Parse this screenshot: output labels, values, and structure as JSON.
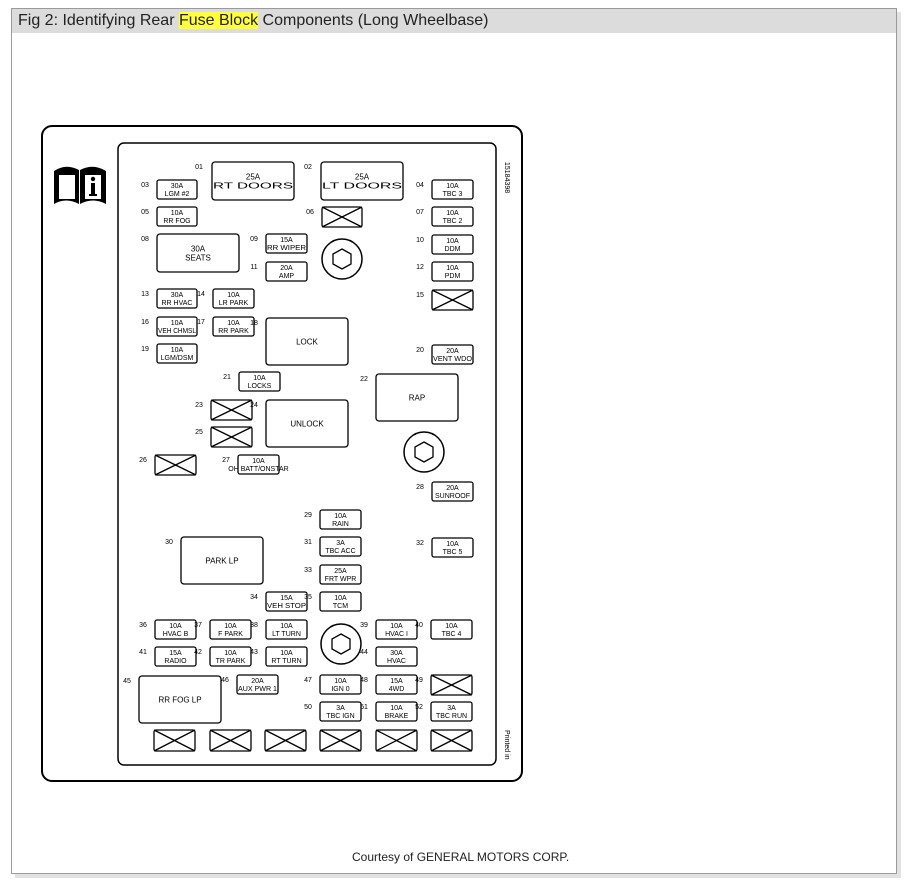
{
  "title": {
    "pre": "Fig 2: Identifying Rear ",
    "highlight": "Fuse Block",
    "post": " Components (Long Wheelbase)"
  },
  "courtesy": "Courtesy of GENERAL MOTORS CORP.",
  "part_number": "15184398",
  "printed_in": "Printed in",
  "components": [
    {
      "id": "c01",
      "num": "01",
      "lines": [
        "25A",
        "RT DOORS"
      ]
    },
    {
      "id": "c02",
      "num": "02",
      "lines": [
        "25A",
        "LT DOORS"
      ]
    },
    {
      "id": "c03",
      "num": "03",
      "lines": [
        "30A",
        "LGM #2"
      ]
    },
    {
      "id": "c04",
      "num": "04",
      "lines": [
        "10A",
        "TBC 3"
      ]
    },
    {
      "id": "c05",
      "num": "05",
      "lines": [
        "10A",
        "RR FOG"
      ]
    },
    {
      "id": "c06",
      "num": "06",
      "lines": []
    },
    {
      "id": "c07",
      "num": "07",
      "lines": [
        "10A",
        "TBC 2"
      ]
    },
    {
      "id": "c08",
      "num": "08",
      "lines": [
        "30A",
        "SEATS"
      ]
    },
    {
      "id": "c09",
      "num": "09",
      "lines": [
        "15A",
        "RR WIPER"
      ]
    },
    {
      "id": "c10",
      "num": "10",
      "lines": [
        "10A",
        "DDM"
      ]
    },
    {
      "id": "c11",
      "num": "11",
      "lines": [
        "20A",
        "AMP"
      ]
    },
    {
      "id": "c12",
      "num": "12",
      "lines": [
        "10A",
        "PDM"
      ]
    },
    {
      "id": "c13",
      "num": "13",
      "lines": [
        "30A",
        "RR HVAC"
      ]
    },
    {
      "id": "c14",
      "num": "14",
      "lines": [
        "10A",
        "LR PARK"
      ]
    },
    {
      "id": "c15",
      "num": "15",
      "lines": []
    },
    {
      "id": "c16",
      "num": "16",
      "lines": [
        "10A",
        "VEH CHMSL"
      ]
    },
    {
      "id": "c17",
      "num": "17",
      "lines": [
        "10A",
        "RR PARK"
      ]
    },
    {
      "id": "c18",
      "num": "18",
      "lines": [
        "LOCK"
      ]
    },
    {
      "id": "c19",
      "num": "19",
      "lines": [
        "10A",
        "LGM/DSM"
      ]
    },
    {
      "id": "c20",
      "num": "20",
      "lines": [
        "20A",
        "VENT WDO"
      ]
    },
    {
      "id": "c21",
      "num": "21",
      "lines": [
        "10A",
        "LOCKS"
      ]
    },
    {
      "id": "c22",
      "num": "22",
      "lines": [
        "RAP"
      ]
    },
    {
      "id": "c23",
      "num": "23",
      "lines": []
    },
    {
      "id": "c24",
      "num": "24",
      "lines": [
        "UNLOCK"
      ]
    },
    {
      "id": "c25",
      "num": "25",
      "lines": []
    },
    {
      "id": "c26",
      "num": "26",
      "lines": []
    },
    {
      "id": "c27",
      "num": "27",
      "lines": [
        "10A",
        "OH BATT/ONSTAR"
      ]
    },
    {
      "id": "c28",
      "num": "28",
      "lines": [
        "20A",
        "SUNROOF"
      ]
    },
    {
      "id": "c29",
      "num": "29",
      "lines": [
        "10A",
        "RAIN"
      ]
    },
    {
      "id": "c30",
      "num": "30",
      "lines": [
        "PARK LP"
      ]
    },
    {
      "id": "c31",
      "num": "31",
      "lines": [
        "3A",
        "TBC ACC"
      ]
    },
    {
      "id": "c32",
      "num": "32",
      "lines": [
        "10A",
        "TBC 5"
      ]
    },
    {
      "id": "c33",
      "num": "33",
      "lines": [
        "25A",
        "FRT WPR"
      ]
    },
    {
      "id": "c34",
      "num": "34",
      "lines": [
        "15A",
        "VEH STOP"
      ]
    },
    {
      "id": "c35",
      "num": "35",
      "lines": [
        "10A",
        "TCM"
      ]
    },
    {
      "id": "c36",
      "num": "36",
      "lines": [
        "10A",
        "HVAC B"
      ]
    },
    {
      "id": "c37",
      "num": "37",
      "lines": [
        "10A",
        "F PARK"
      ]
    },
    {
      "id": "c38",
      "num": "38",
      "lines": [
        "10A",
        "LT TURN"
      ]
    },
    {
      "id": "c39",
      "num": "39",
      "lines": [
        "10A",
        "HVAC I"
      ]
    },
    {
      "id": "c40",
      "num": "40",
      "lines": [
        "10A",
        "TBC 4"
      ]
    },
    {
      "id": "c41",
      "num": "41",
      "lines": [
        "15A",
        "RADIO"
      ]
    },
    {
      "id": "c42",
      "num": "42",
      "lines": [
        "10A",
        "TR PARK"
      ]
    },
    {
      "id": "c43",
      "num": "43",
      "lines": [
        "10A",
        "RT TURN"
      ]
    },
    {
      "id": "c44",
      "num": "44",
      "lines": [
        "30A",
        "HVAC"
      ]
    },
    {
      "id": "c45",
      "num": "45",
      "lines": [
        "RR FOG LP"
      ]
    },
    {
      "id": "c46",
      "num": "46",
      "lines": [
        "20A",
        "AUX PWR 1"
      ]
    },
    {
      "id": "c47",
      "num": "47",
      "lines": [
        "10A",
        "IGN 0"
      ]
    },
    {
      "id": "c48",
      "num": "48",
      "lines": [
        "15A",
        "4WD"
      ]
    },
    {
      "id": "c49",
      "num": "49",
      "lines": []
    },
    {
      "id": "c50",
      "num": "50",
      "lines": [
        "3A",
        "TBC IGN"
      ]
    },
    {
      "id": "c51",
      "num": "51",
      "lines": [
        "10A",
        "BRAKE"
      ]
    },
    {
      "id": "c52",
      "num": "52",
      "lines": [
        "3A",
        "TBC RUN"
      ]
    }
  ]
}
